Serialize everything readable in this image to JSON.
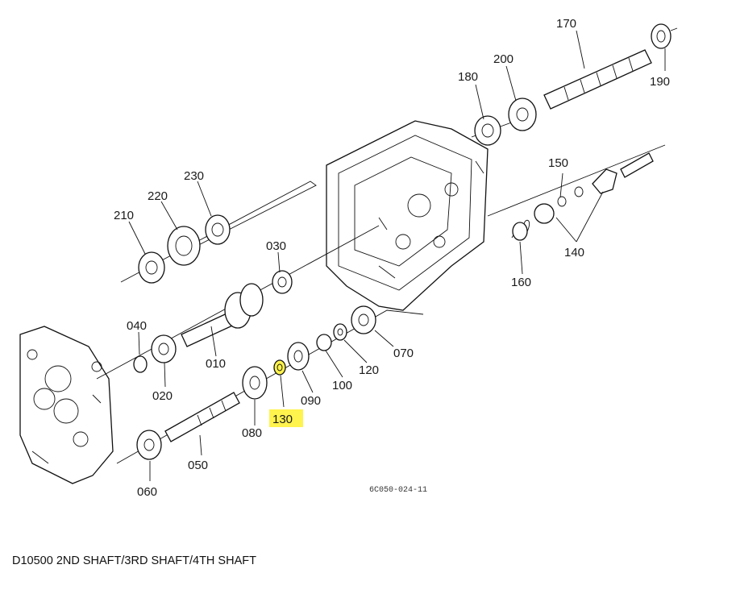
{
  "caption": "D10500 2ND SHAFT/3RD SHAFT/4TH SHAFT",
  "drawing_code": "6C050-024-11",
  "highlight_color": "#fff34d",
  "labels": {
    "p170": "170",
    "p190": "190",
    "p200": "200",
    "p180": "180",
    "p150": "150",
    "p140": "140",
    "p160": "160",
    "p230": "230",
    "p220": "220",
    "p210": "210",
    "p030": "030",
    "p040": "040",
    "p020": "020",
    "p010": "010",
    "p070": "070",
    "p120": "120",
    "p100": "100",
    "p090": "090",
    "p130": "130",
    "p080": "080",
    "p050": "050",
    "p060": "060"
  },
  "highlighted_part": "130"
}
